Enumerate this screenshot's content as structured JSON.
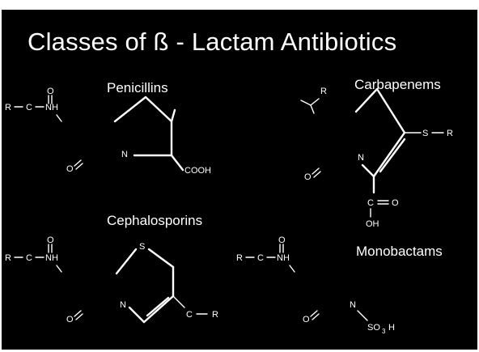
{
  "title": "Classes of ß - Lactam Antibiotics",
  "classes": {
    "penicillins": "Penicillins",
    "carbapenems": "Carbapenems",
    "cephalosporins": "Cephalosporins",
    "monobactams": "Monobactams"
  },
  "atoms": {
    "O": "O",
    "R": "R",
    "C": "C",
    "NH": "NH",
    "N": "N",
    "S": "S",
    "H": "H",
    "COOH": "COOH",
    "OH": "OH",
    "SO3": "SO",
    "sub3": "3",
    "dash": "—",
    "equals": "=",
    "S_lower": "S"
  },
  "colors": {
    "background": "#000000",
    "foreground": "#ffffff",
    "page": "#ffffff"
  }
}
